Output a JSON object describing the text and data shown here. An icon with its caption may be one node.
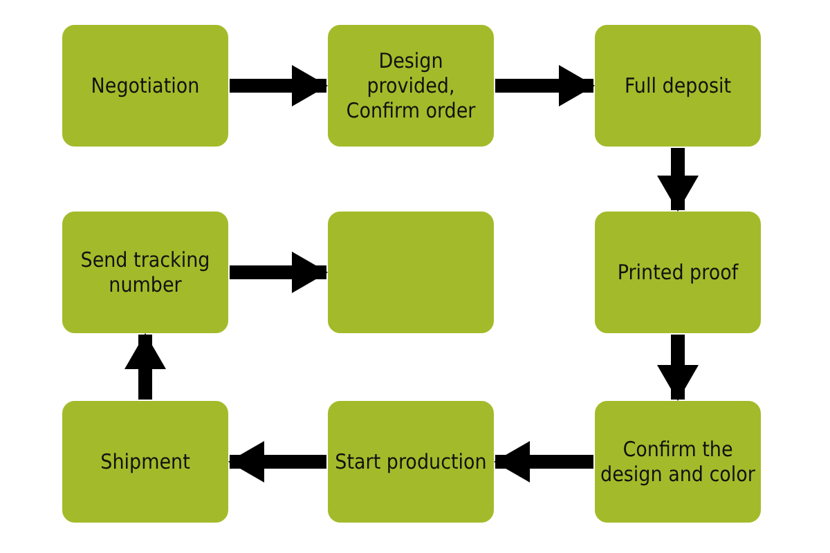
{
  "diagram": {
    "nodes": [
      {
        "text": [
          "Negotiation"
        ]
      },
      {
        "text": [
          "Design provided, Confirm order"
        ]
      },
      {
        "text": [
          "Full deposit"
        ]
      },
      {
        "text": [
          "Send tracking number"
        ]
      },
      {
        "text": [],
        "shape": "box"
      },
      {
        "text": [
          "Printed proof"
        ]
      },
      {
        "text": [
          "Shipment"
        ]
      },
      {
        "text": [
          "Start production"
        ]
      },
      {
        "text": [
          "Confirm the design and color"
        ]
      }
    ],
    "edges": [
      {
        "from": 0,
        "to": 1,
        "arrow": "to"
      },
      {
        "from": 1,
        "to": 2,
        "arrow": "to"
      },
      {
        "from": 2,
        "to": 5,
        "arrow": "to"
      },
      {
        "from": 5,
        "to": 8,
        "arrow": "to"
      },
      {
        "from": 8,
        "to": 7,
        "arrow": "to"
      },
      {
        "from": 7,
        "to": 6,
        "arrow": "to"
      },
      {
        "from": 6,
        "to": 3,
        "arrow": "to"
      },
      {
        "from": 3,
        "to": 4,
        "arrow": "to"
      }
    ]
  }
}
